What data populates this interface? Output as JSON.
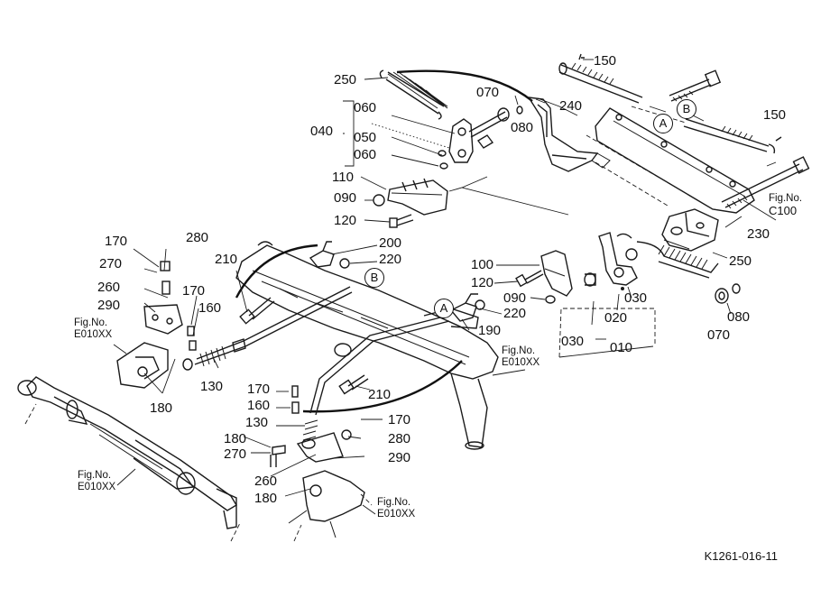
{
  "diagram": {
    "parts": [
      {
        "id": "p250a",
        "text": "250"
      },
      {
        "id": "p150a",
        "text": "150"
      },
      {
        "id": "p070a",
        "text": "070"
      },
      {
        "id": "p060a",
        "text": "060"
      },
      {
        "id": "p080a",
        "text": "080"
      },
      {
        "id": "p240",
        "text": "240"
      },
      {
        "id": "p040",
        "text": "040"
      },
      {
        "id": "p050",
        "text": "050"
      },
      {
        "id": "p060b",
        "text": "060"
      },
      {
        "id": "p150b",
        "text": "150"
      },
      {
        "id": "p110",
        "text": "110"
      },
      {
        "id": "p090a",
        "text": "090"
      },
      {
        "id": "p120a",
        "text": "120"
      },
      {
        "id": "p230",
        "text": "230"
      },
      {
        "id": "p200",
        "text": "200"
      },
      {
        "id": "p170a",
        "text": "170"
      },
      {
        "id": "p280a",
        "text": "280"
      },
      {
        "id": "p220a",
        "text": "220"
      },
      {
        "id": "p210a",
        "text": "210"
      },
      {
        "id": "p270a",
        "text": "270"
      },
      {
        "id": "p100",
        "text": "100"
      },
      {
        "id": "p250b",
        "text": "250"
      },
      {
        "id": "p120b",
        "text": "120"
      },
      {
        "id": "p260a",
        "text": "260"
      },
      {
        "id": "p170b",
        "text": "170"
      },
      {
        "id": "p090b",
        "text": "090"
      },
      {
        "id": "p030a",
        "text": "030"
      },
      {
        "id": "p290a",
        "text": "290"
      },
      {
        "id": "p160a",
        "text": "160"
      },
      {
        "id": "p220b",
        "text": "220"
      },
      {
        "id": "p020",
        "text": "020"
      },
      {
        "id": "p080b",
        "text": "080"
      },
      {
        "id": "p190",
        "text": "190"
      },
      {
        "id": "p070b",
        "text": "070"
      },
      {
        "id": "p030b",
        "text": "030"
      },
      {
        "id": "p010",
        "text": "010"
      },
      {
        "id": "p180a",
        "text": "180"
      },
      {
        "id": "p130a",
        "text": "130"
      },
      {
        "id": "p210b",
        "text": "210"
      },
      {
        "id": "p170c",
        "text": "170"
      },
      {
        "id": "p160b",
        "text": "160"
      },
      {
        "id": "p170d",
        "text": "170"
      },
      {
        "id": "p130b",
        "text": "130"
      },
      {
        "id": "p280b",
        "text": "280"
      },
      {
        "id": "p180b",
        "text": "180"
      },
      {
        "id": "p270b",
        "text": "270"
      },
      {
        "id": "p290b",
        "text": "290"
      },
      {
        "id": "p260b",
        "text": "260"
      },
      {
        "id": "p180c",
        "text": "180"
      }
    ],
    "figure_refs": [
      {
        "id": "ref_c100",
        "line1": "Fig.No.",
        "line2": "C100"
      },
      {
        "id": "ref_e010_left",
        "line1": "Fig.No.",
        "line2": "E010XX"
      },
      {
        "id": "ref_e010_mid",
        "line1": "Fig.No.",
        "line2": "E010XX"
      },
      {
        "id": "ref_e010_axle",
        "line1": "Fig.No.",
        "line2": "E010XX"
      },
      {
        "id": "ref_e010_bottom",
        "line1": "Fig.No.",
        "line2": "E010XX"
      }
    ],
    "callouts": [
      {
        "id": "circ_a_top",
        "text": "A"
      },
      {
        "id": "circ_b_top",
        "text": "B"
      },
      {
        "id": "circ_b_mid",
        "text": "B"
      },
      {
        "id": "circ_a_mid",
        "text": "A"
      }
    ],
    "drawing_code": "K1261-016-11"
  }
}
